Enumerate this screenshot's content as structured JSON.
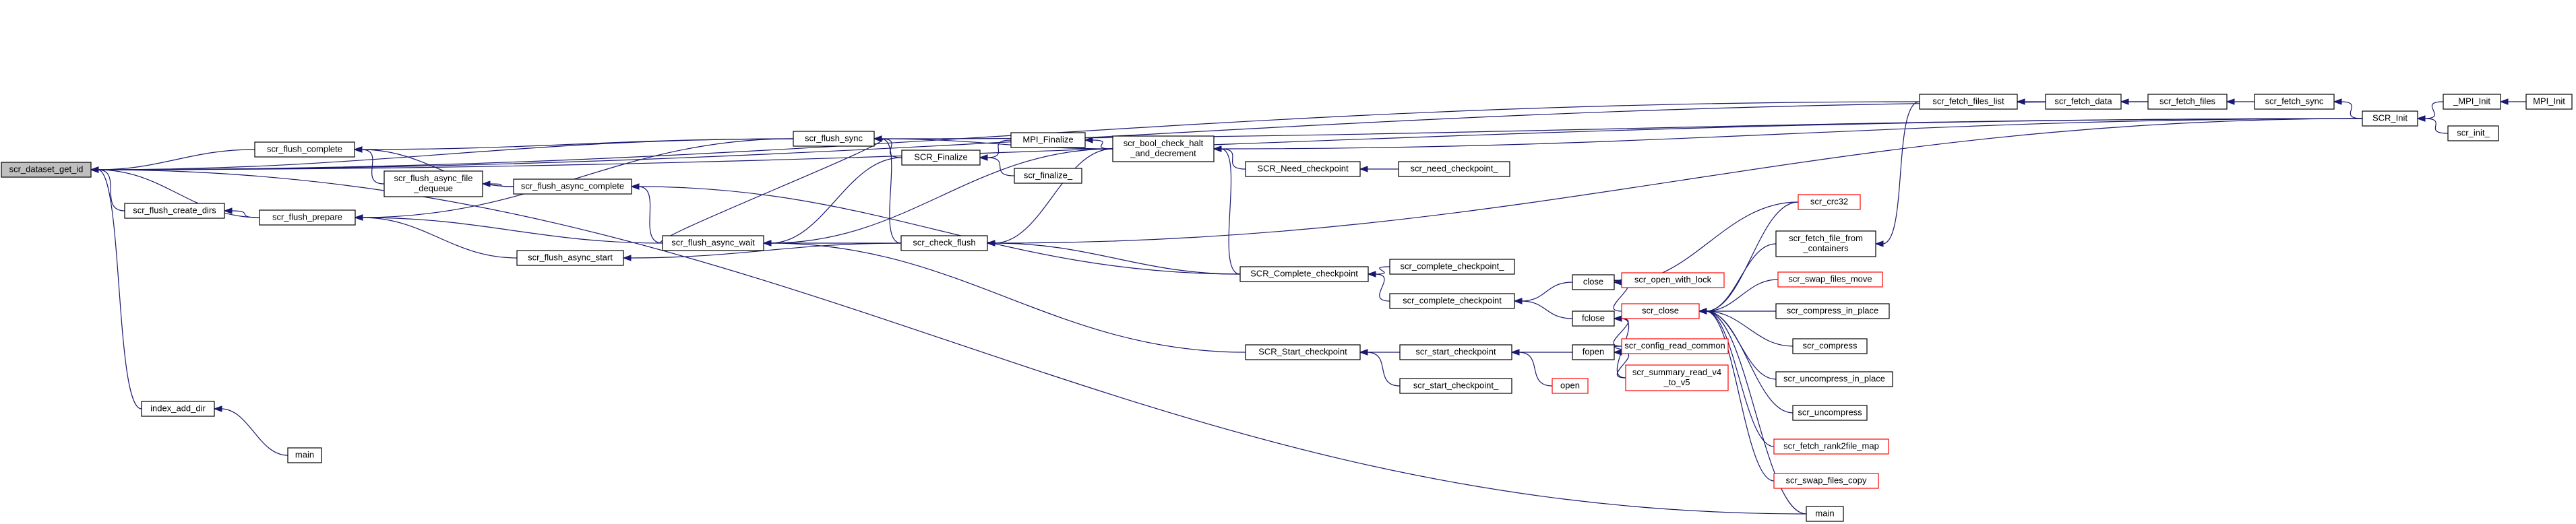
{
  "graph": {
    "edge_color": "#191970",
    "red_border": "#ff0000",
    "root_fill": "#bfbfbf",
    "nodes": [
      {
        "id": "n0",
        "lines": [
          "scr_dataset_get_id"
        ],
        "style": "root"
      },
      {
        "id": "n1",
        "lines": [
          "scr_flush_complete"
        ],
        "style": "normal"
      },
      {
        "id": "n2",
        "lines": [
          "scr_flush_create_dirs"
        ],
        "style": "normal"
      },
      {
        "id": "n3",
        "lines": [
          "scr_flush_prepare"
        ],
        "style": "normal"
      },
      {
        "id": "n4",
        "lines": [
          "index_add_dir"
        ],
        "style": "normal"
      },
      {
        "id": "n5",
        "lines": [
          "main"
        ],
        "style": "normal"
      },
      {
        "id": "n6",
        "lines": [
          "scr_flush_async_file",
          "_dequeue"
        ],
        "style": "normal"
      },
      {
        "id": "n7",
        "lines": [
          "scr_flush_async_complete"
        ],
        "style": "normal"
      },
      {
        "id": "n8",
        "lines": [
          "scr_flush_async_start"
        ],
        "style": "normal"
      },
      {
        "id": "n9",
        "lines": [
          "scr_flush_sync"
        ],
        "style": "normal"
      },
      {
        "id": "n10",
        "lines": [
          "scr_flush_async_wait"
        ],
        "style": "normal"
      },
      {
        "id": "n11",
        "lines": [
          "SCR_Finalize"
        ],
        "style": "normal"
      },
      {
        "id": "n12",
        "lines": [
          "scr_check_flush"
        ],
        "style": "normal"
      },
      {
        "id": "n13",
        "lines": [
          "MPI_Finalize"
        ],
        "style": "normal"
      },
      {
        "id": "n14",
        "lines": [
          "scr_finalize_"
        ],
        "style": "normal"
      },
      {
        "id": "n15",
        "lines": [
          "scr_bool_check_halt",
          "_and_decrement"
        ],
        "style": "normal"
      },
      {
        "id": "n16",
        "lines": [
          "SCR_Need_checkpoint"
        ],
        "style": "normal"
      },
      {
        "id": "n17",
        "lines": [
          "scr_need_checkpoint_"
        ],
        "style": "normal"
      },
      {
        "id": "n18",
        "lines": [
          "SCR_Complete_checkpoint"
        ],
        "style": "normal"
      },
      {
        "id": "n19",
        "lines": [
          "scr_complete_checkpoint_"
        ],
        "style": "normal"
      },
      {
        "id": "n20",
        "lines": [
          "scr_complete_checkpoint"
        ],
        "style": "normal"
      },
      {
        "id": "n21",
        "lines": [
          "SCR_Start_checkpoint"
        ],
        "style": "normal"
      },
      {
        "id": "n22",
        "lines": [
          "scr_start_checkpoint"
        ],
        "style": "normal"
      },
      {
        "id": "n23",
        "lines": [
          "scr_start_checkpoint_"
        ],
        "style": "normal"
      },
      {
        "id": "n24",
        "lines": [
          "close"
        ],
        "style": "normal"
      },
      {
        "id": "n25",
        "lines": [
          "fclose"
        ],
        "style": "normal"
      },
      {
        "id": "n26",
        "lines": [
          "fopen"
        ],
        "style": "normal"
      },
      {
        "id": "n27",
        "lines": [
          "open"
        ],
        "style": "red"
      },
      {
        "id": "n28",
        "lines": [
          "scr_open_with_lock"
        ],
        "style": "red"
      },
      {
        "id": "n29",
        "lines": [
          "scr_close"
        ],
        "style": "red"
      },
      {
        "id": "n30",
        "lines": [
          "scr_config_read_common"
        ],
        "style": "red"
      },
      {
        "id": "n31",
        "lines": [
          "scr_summary_read_v4",
          "_to_v5"
        ],
        "style": "red"
      },
      {
        "id": "n32",
        "lines": [
          "scr_crc32"
        ],
        "style": "red"
      },
      {
        "id": "n33",
        "lines": [
          "scr_fetch_file_from",
          "_containers"
        ],
        "style": "normal"
      },
      {
        "id": "n34",
        "lines": [
          "scr_swap_files_move"
        ],
        "style": "red"
      },
      {
        "id": "n35",
        "lines": [
          "scr_compress_in_place"
        ],
        "style": "normal"
      },
      {
        "id": "n36",
        "lines": [
          "scr_compress"
        ],
        "style": "normal"
      },
      {
        "id": "n37",
        "lines": [
          "scr_uncompress_in_place"
        ],
        "style": "normal"
      },
      {
        "id": "n38",
        "lines": [
          "scr_uncompress"
        ],
        "style": "normal"
      },
      {
        "id": "n39",
        "lines": [
          "scr_fetch_rank2file_map"
        ],
        "style": "red"
      },
      {
        "id": "n40",
        "lines": [
          "scr_swap_files_copy"
        ],
        "style": "red"
      },
      {
        "id": "n41",
        "lines": [
          "main"
        ],
        "style": "normal"
      },
      {
        "id": "n42",
        "lines": [
          "scr_fetch_files_list"
        ],
        "style": "normal"
      },
      {
        "id": "n43",
        "lines": [
          "scr_fetch_data"
        ],
        "style": "normal"
      },
      {
        "id": "n44",
        "lines": [
          "scr_fetch_files"
        ],
        "style": "normal"
      },
      {
        "id": "n45",
        "lines": [
          "scr_fetch_sync"
        ],
        "style": "normal"
      },
      {
        "id": "n46",
        "lines": [
          "SCR_Init"
        ],
        "style": "normal"
      },
      {
        "id": "n47",
        "lines": [
          "_MPI_Init"
        ],
        "style": "normal"
      },
      {
        "id": "n48",
        "lines": [
          "MPI_Init"
        ],
        "style": "normal"
      },
      {
        "id": "n49",
        "lines": [
          "scr_init_"
        ],
        "style": "normal"
      }
    ]
  }
}
